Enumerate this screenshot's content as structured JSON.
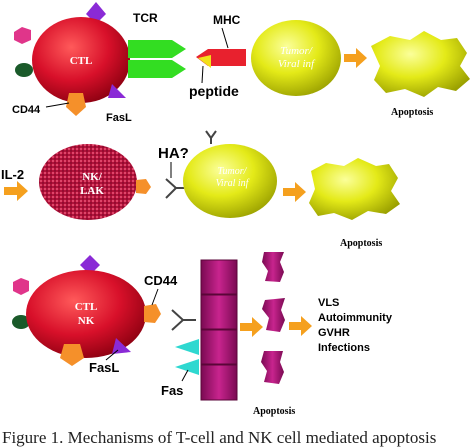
{
  "panels": [
    {
      "cell": "CTL",
      "receptor_labels": [
        "TCR",
        "MHC",
        "peptide"
      ],
      "molecules": [
        "CD44",
        "FasL"
      ],
      "target": [
        "Tumor/",
        "Viral inf"
      ],
      "outcome": "Apoptosis"
    },
    {
      "input": "IL-2",
      "cell": [
        "NK/",
        "LAK"
      ],
      "receptor_label": "HA?",
      "target": [
        "Tumor/",
        "Viral inf"
      ],
      "outcome": "Apoptosis"
    },
    {
      "cell": [
        "CTL",
        "NK"
      ],
      "molecules": [
        "CD44",
        "FasL",
        "Fas"
      ],
      "outcome": "Apoptosis",
      "consequences": [
        "VLS",
        "Autoimmunity",
        "GVHR",
        "Infections"
      ]
    }
  ],
  "caption": "Figure 1. Mechanisms of T-cell and NK cell mediated apoptosis",
  "colors": {
    "cell_red": "#d8102a",
    "nk_red": "#b0123a",
    "tumor_yellow": "#e4ea18",
    "arrow_orange": "#f5a01e",
    "tcr_green": "#33dd22",
    "mhc_red": "#e8212e",
    "endothelial_magenta": "#b01e7a",
    "fas_cyan": "#2ed8d0",
    "purple": "#8a2ad6",
    "pink": "#e0358a",
    "dark_green": "#1a5a2a",
    "fasl_orange": "#f5902a"
  }
}
